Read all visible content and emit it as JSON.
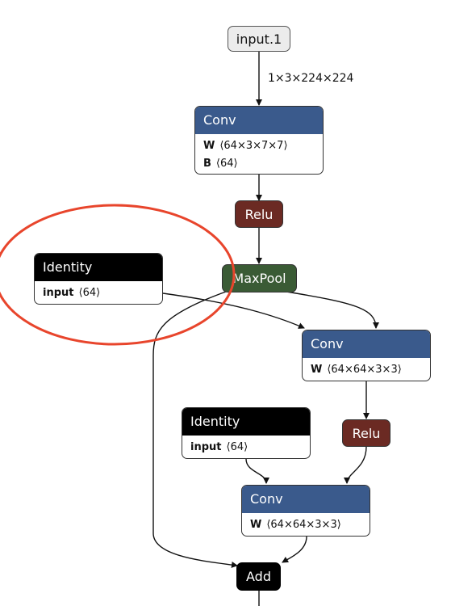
{
  "nodes": {
    "input": {
      "label": "input.1"
    },
    "input_edge_label": "1×3×224×224",
    "conv1": {
      "label": "Conv",
      "attrs": [
        {
          "key": "W",
          "value": "⟨64×3×7×7⟩"
        },
        {
          "key": "B",
          "value": "⟨64⟩"
        }
      ]
    },
    "relu1": {
      "label": "Relu"
    },
    "maxpool": {
      "label": "MaxPool"
    },
    "identity1": {
      "label": "Identity",
      "attrs": [
        {
          "key": "input",
          "value": "⟨64⟩"
        }
      ]
    },
    "conv2": {
      "label": "Conv",
      "attrs": [
        {
          "key": "W",
          "value": "⟨64×64×3×3⟩"
        }
      ]
    },
    "relu2": {
      "label": "Relu"
    },
    "identity2": {
      "label": "Identity",
      "attrs": [
        {
          "key": "input",
          "value": "⟨64⟩"
        }
      ]
    },
    "conv3": {
      "label": "Conv",
      "attrs": [
        {
          "key": "W",
          "value": "⟨64×64×3×3⟩"
        }
      ]
    },
    "add": {
      "label": "Add"
    }
  },
  "colors": {
    "conv": "#3a5a8c",
    "relu": "#6b2a23",
    "maxpool": "#3a5b35",
    "identity": "#000000",
    "highlight_ring": "#e8452c"
  }
}
